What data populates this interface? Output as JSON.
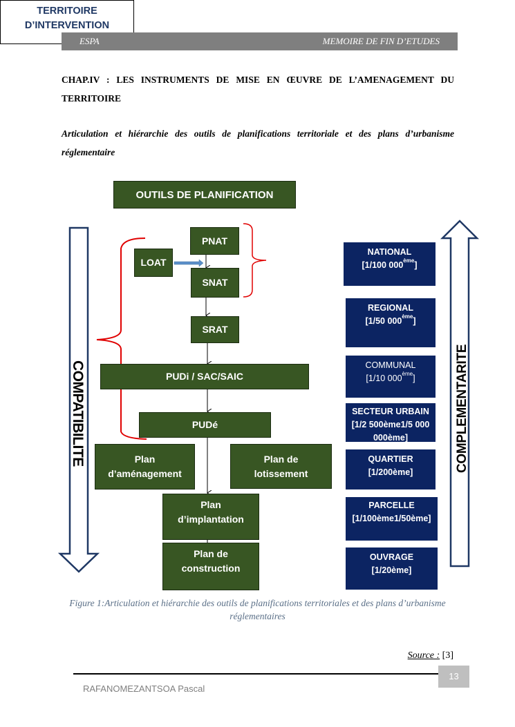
{
  "header": {
    "left": "ESPA",
    "right": "MEMOIRE DE FIN D’ETUDES"
  },
  "chapter_title": "CHAP.IV : LES INSTRUMENTS DE MISE EN ŒUVRE DE L’AMENAGEMENT DU TERRITOIRE",
  "subtitle": "Articulation et hiérarchie des outils de planifications territoriale et des plans d’urbanisme réglementaire",
  "diagram": {
    "tools_header": "OUTILS DE PLANIFICATION",
    "territory_header_line1": "TERRITOIRE",
    "territory_header_line2": "D’INTERVENTION",
    "tools": {
      "pnat": "PNAT",
      "loat": "LOAT",
      "snat": "SNAT",
      "srat": "SRAT",
      "pudi": "PUDi / SAC/SAIC",
      "pude": "PUDé",
      "plan_amenagement_1": "Plan",
      "plan_amenagement_2": "d’aménagement",
      "plan_lotissement_1": "Plan de",
      "plan_lotissement_2": "lotissement",
      "plan_implantation_1": "Plan",
      "plan_implantation_2": "d’implantation",
      "plan_construction_1": "Plan de",
      "plan_construction_2": "construction"
    },
    "territories": [
      {
        "name": "NATIONAL",
        "scale": "[1/100 000",
        "sup": "ème",
        "close": "]"
      },
      {
        "name": "REGIONAL",
        "scale": "[1/50 000",
        "sup": "ème",
        "close": "]"
      },
      {
        "name": "COMMUNAL",
        "scale": "[1/10 000",
        "sup": "ème",
        "close": "]"
      },
      {
        "name": "SECTEUR URBAIN",
        "scale": "[1/2 500ème1/5 000 000ème]"
      },
      {
        "name": "QUARTIER",
        "scale": "[1/200ème]"
      },
      {
        "name": "PARCELLE",
        "scale": "[1/100ème1/50ème]"
      },
      {
        "name": "OUVRAGE",
        "scale": "[1/20ème]"
      }
    ],
    "left_arrow_label": "COMPATIBILITE",
    "right_arrow_label": "COMPLEMENTARITE",
    "colors": {
      "tool_box": "#385623",
      "territory_box": "#0c2462",
      "bracket": "#e00000",
      "arrow_outline": "#1f3864",
      "loat_arrow": "#5b8fc9"
    }
  },
  "caption": "Figure 1:Articulation et hiérarchie des outils de planifications territoriales et des plans d’urbanisme réglementaires",
  "source": {
    "label": "Source :",
    "ref": "[3]"
  },
  "footer": {
    "page_number": "13",
    "author": "RAFANOMEZANTSOA Pascal"
  }
}
